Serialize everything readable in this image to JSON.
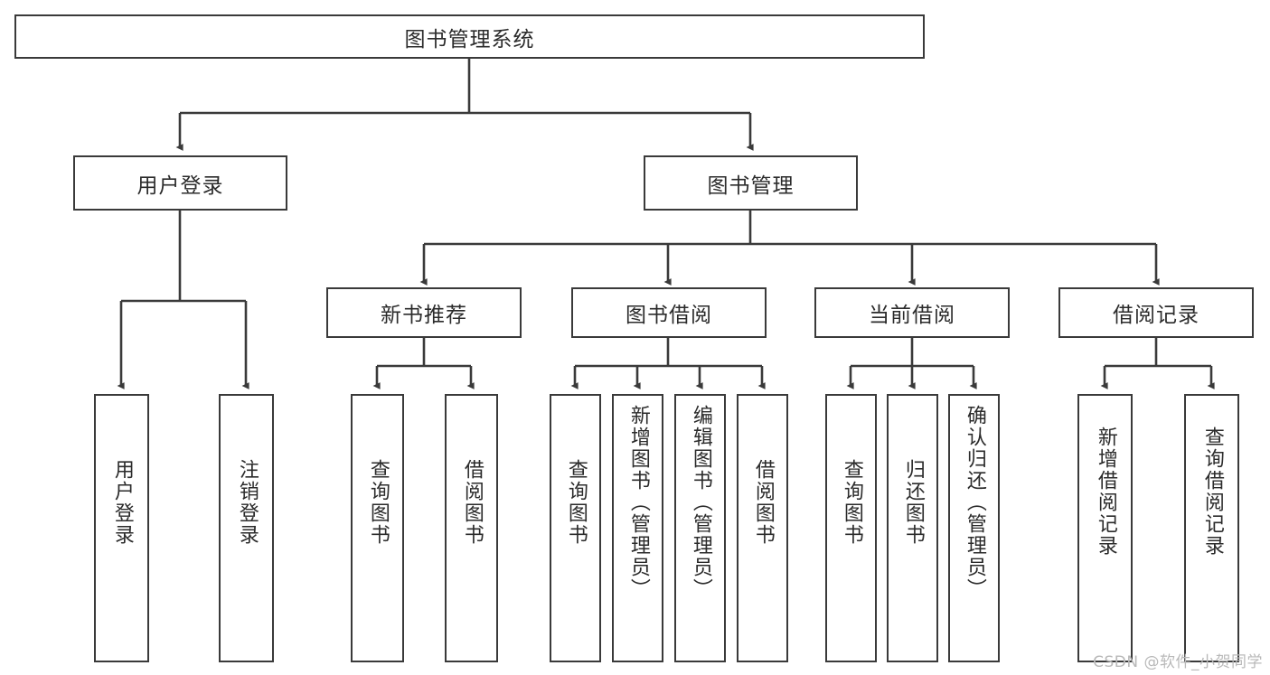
{
  "diagram": {
    "type": "tree-hierarchy-flowchart",
    "title": "图书管理系统",
    "watermark": "CSDN @软件_小贺同学",
    "colors": {
      "stroke": "#3a3a3a",
      "fill": "#ffffff",
      "text": "#2b2b2b",
      "watermark": "#b9b9b9"
    },
    "levels": [
      {
        "level": 1,
        "nodes": [
          {
            "id": "root",
            "label": "图书管理系统",
            "orientation": "horizontal"
          }
        ]
      },
      {
        "level": 2,
        "nodes": [
          {
            "id": "user-login",
            "label": "用户登录",
            "orientation": "horizontal",
            "parent": "root"
          },
          {
            "id": "book-manage",
            "label": "图书管理",
            "orientation": "horizontal",
            "parent": "root"
          }
        ]
      },
      {
        "level": 3,
        "nodes": [
          {
            "id": "new-book-rec",
            "label": "新书推荐",
            "orientation": "horizontal",
            "parent": "book-manage"
          },
          {
            "id": "book-borrow",
            "label": "图书借阅",
            "orientation": "horizontal",
            "parent": "book-manage"
          },
          {
            "id": "current-borrow",
            "label": "当前借阅",
            "orientation": "horizontal",
            "parent": "book-manage"
          },
          {
            "id": "borrow-record",
            "label": "借阅记录",
            "orientation": "horizontal",
            "parent": "book-manage"
          }
        ]
      },
      {
        "level": 4,
        "nodes": [
          {
            "id": "leaf-user-login",
            "label": "用户登录",
            "orientation": "vertical",
            "parent": "user-login"
          },
          {
            "id": "leaf-logout",
            "label": "注销登录",
            "orientation": "vertical",
            "parent": "user-login"
          },
          {
            "id": "leaf-query-book-1",
            "label": "查询图书",
            "orientation": "vertical",
            "parent": "new-book-rec"
          },
          {
            "id": "leaf-borrow-book-1",
            "label": "借阅图书",
            "orientation": "vertical",
            "parent": "new-book-rec"
          },
          {
            "id": "leaf-query-book-2",
            "label": "查询图书",
            "orientation": "vertical",
            "parent": "book-borrow"
          },
          {
            "id": "leaf-add-book",
            "label": "新增图书（管理员）",
            "orientation": "vertical",
            "parent": "book-borrow"
          },
          {
            "id": "leaf-edit-book",
            "label": "编辑图书（管理员）",
            "orientation": "vertical",
            "parent": "book-borrow"
          },
          {
            "id": "leaf-borrow-book-2",
            "label": "借阅图书",
            "orientation": "vertical",
            "parent": "book-borrow"
          },
          {
            "id": "leaf-query-book-3",
            "label": "查询图书",
            "orientation": "vertical",
            "parent": "current-borrow"
          },
          {
            "id": "leaf-return-book",
            "label": "归还图书",
            "orientation": "vertical",
            "parent": "current-borrow"
          },
          {
            "id": "leaf-confirm-return",
            "label": "确认归还（管理员）",
            "orientation": "vertical",
            "parent": "current-borrow"
          },
          {
            "id": "leaf-add-record",
            "label": "新增借阅记录",
            "orientation": "vertical",
            "parent": "borrow-record"
          },
          {
            "id": "leaf-query-record",
            "label": "查询借阅记录",
            "orientation": "vertical",
            "parent": "borrow-record"
          }
        ]
      }
    ]
  }
}
